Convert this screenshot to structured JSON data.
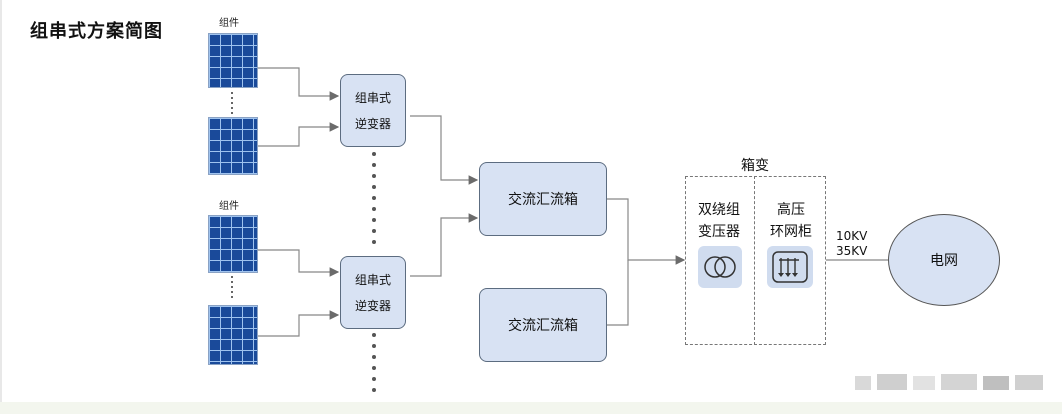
{
  "title": "组串式方案简图",
  "module_label": "组件",
  "inverter_lines": [
    "组串式",
    "逆变器"
  ],
  "combiner_label": "交流汇流箱",
  "box_transformer_label": "箱变",
  "transformer_lines": [
    "双绕组",
    "变压器"
  ],
  "ring_main_lines": [
    "高压",
    "环网柜"
  ],
  "voltages": [
    "10KV",
    "35KV"
  ],
  "grid_label": "电网",
  "icons": [
    "solar-panel-icon",
    "transformer-icon",
    "ring-main-unit-icon"
  ],
  "colors": {
    "box_fill": "#d8e2f3",
    "box_border": "#5c6c80",
    "panel_blue": "#1a4a9a",
    "line": "#777777"
  }
}
